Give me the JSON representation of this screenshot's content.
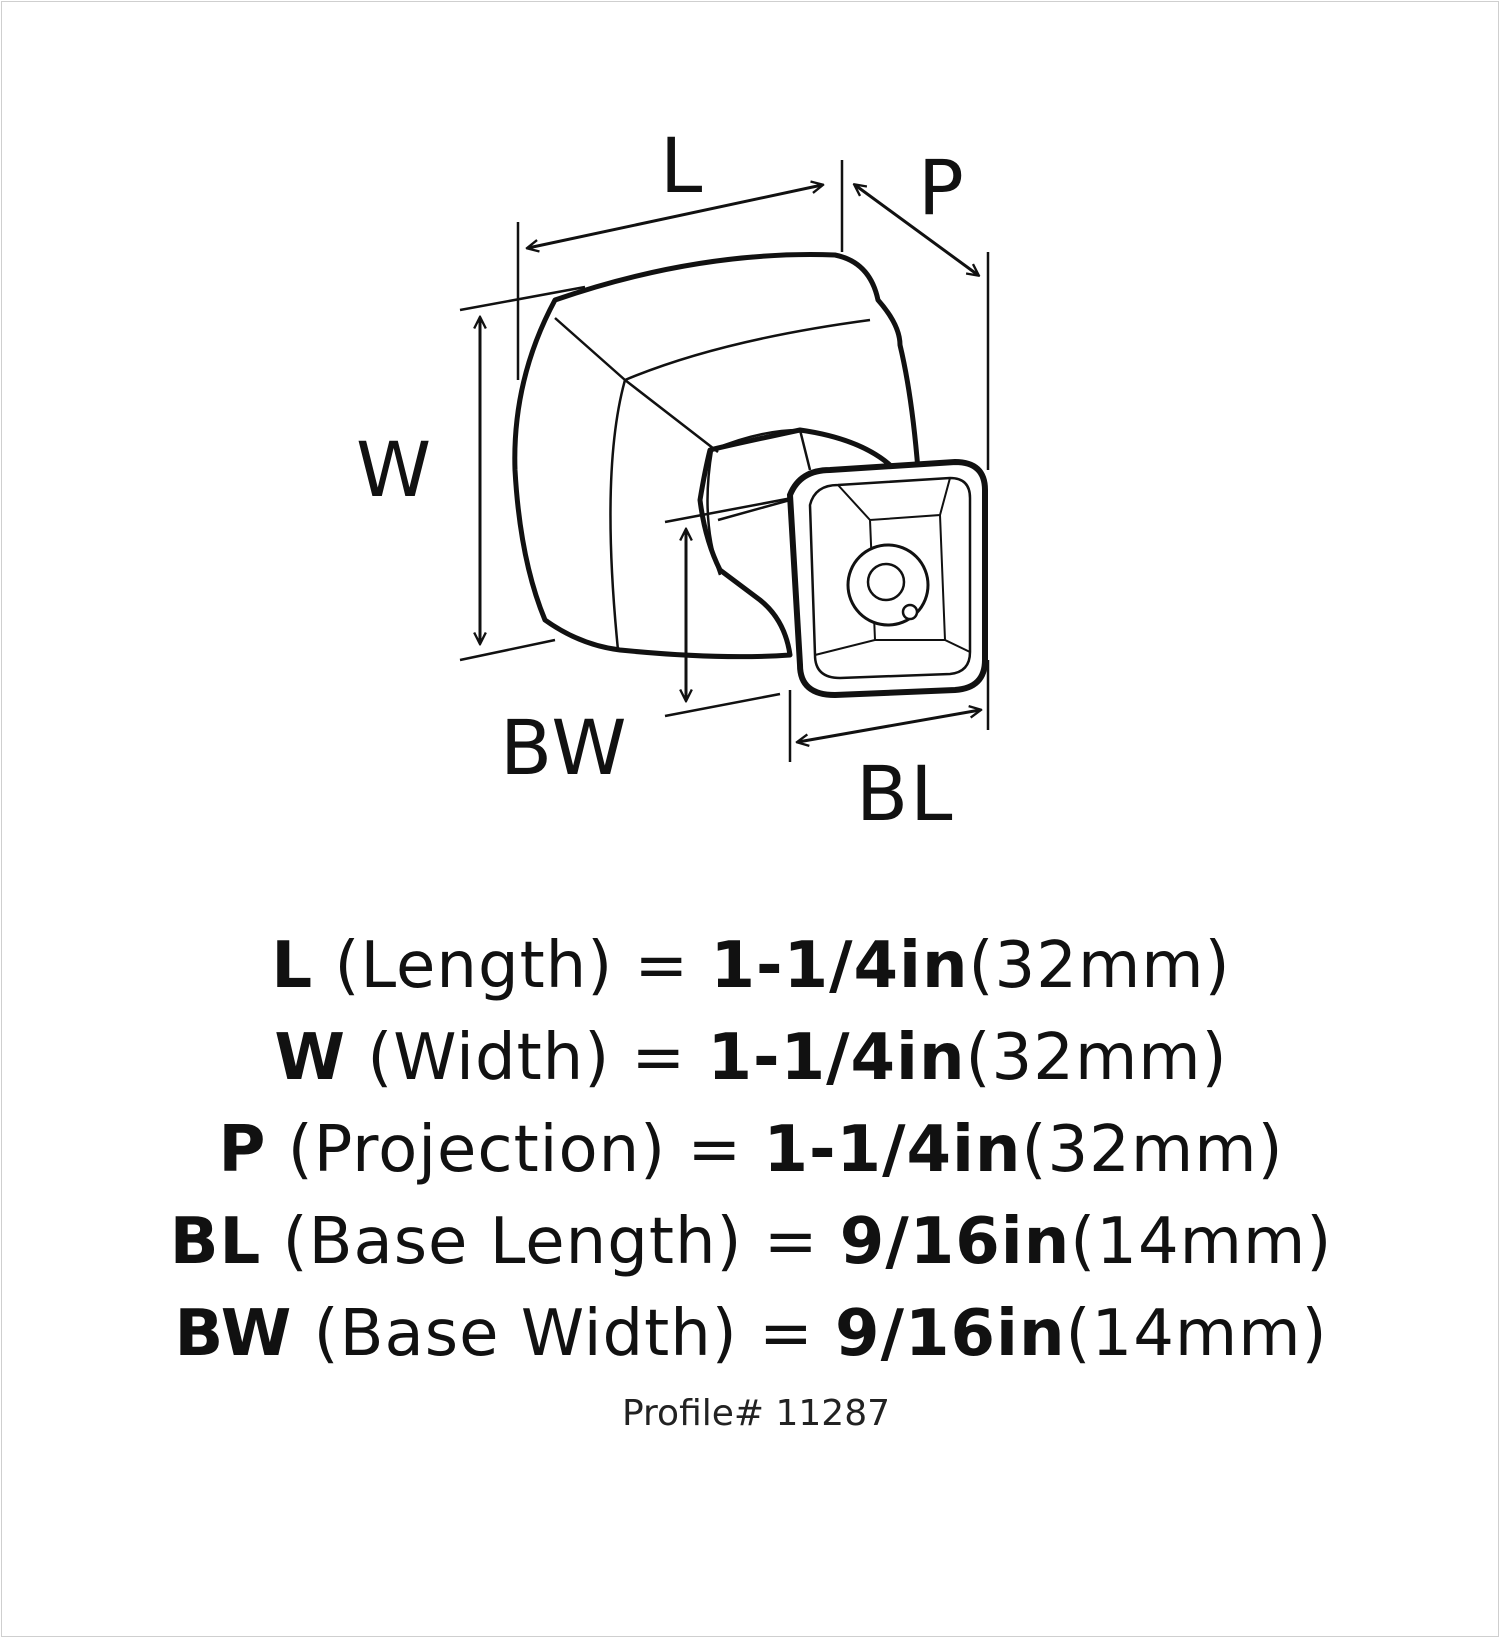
{
  "diagram": {
    "labels": {
      "L": "L",
      "P": "P",
      "W": "W",
      "BW": "BW",
      "BL": "BL"
    }
  },
  "specs": [
    {
      "code": "L",
      "name": "(Length)",
      "eq": "=",
      "inch": "1-1/4in",
      "mm": "(32mm)"
    },
    {
      "code": "W",
      "name": "(Width)",
      "eq": "=",
      "inch": "1-1/4in",
      "mm": "(32mm)"
    },
    {
      "code": "P",
      "name": "(Projection)",
      "eq": "=",
      "inch": "1-1/4in",
      "mm": "(32mm)"
    },
    {
      "code": "BL",
      "name": "(Base Length)",
      "eq": "=",
      "inch": "9/16in",
      "mm": "(14mm)"
    },
    {
      "code": "BW",
      "name": "(Base Width)",
      "eq": "=",
      "inch": "9/16in",
      "mm": "(14mm)"
    }
  ],
  "profile": "Profile# 11287"
}
